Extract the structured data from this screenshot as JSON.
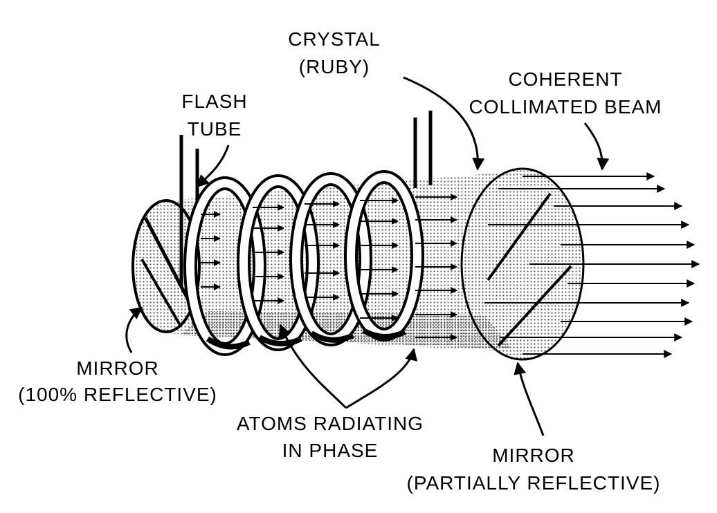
{
  "labels": {
    "crystal": [
      "CRYSTAL",
      "(RUBY)"
    ],
    "flash_tube": [
      "FLASH",
      "TUBE"
    ],
    "beam": [
      "COHERENT",
      "COLLIMATED BEAM"
    ],
    "mirror_full": [
      "MIRROR",
      "(100% REFLECTIVE)"
    ],
    "atoms": [
      "ATOMS RADIATING",
      "IN PHASE"
    ],
    "mirror_partial": [
      "MIRROR",
      "(PARTIALLY REFLECTIVE)"
    ]
  },
  "colors": {
    "ink": "#000000",
    "paper": "#ffffff",
    "stipple": "#9a9a9a"
  },
  "icons": [
    "ruby-rod",
    "flash-tube-coil",
    "full-mirror",
    "partial-mirror",
    "beam-arrow"
  ]
}
